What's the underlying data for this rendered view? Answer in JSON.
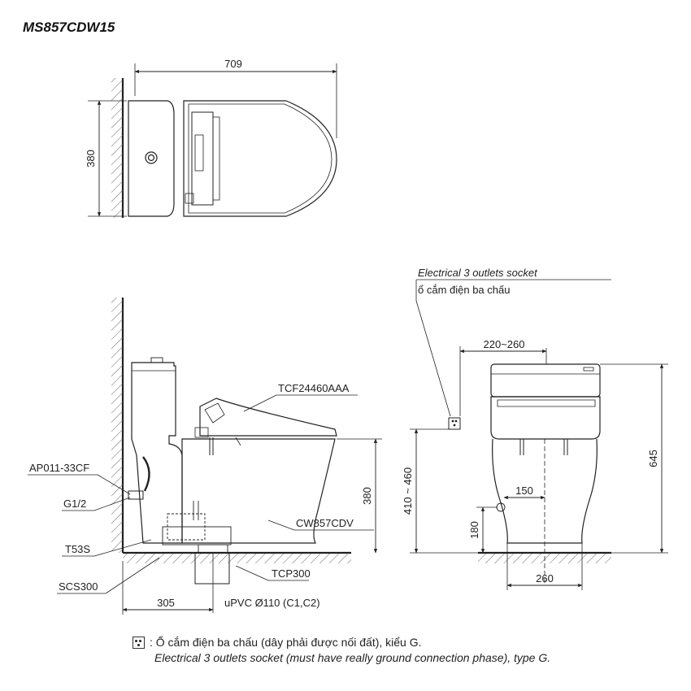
{
  "title": "MS857CDW15",
  "top_view": {
    "width_dim": "709",
    "depth_dim": "380"
  },
  "side_view": {
    "labels": {
      "seat": "TCF24460AAA",
      "valve": "AP011-33CF",
      "inlet": "G1/2",
      "bolt": "T53S",
      "flange": "SCS300",
      "bowl": "CW857CDV",
      "pipe_adapter": "TCP300",
      "pipe": "uPVC Ø110 (C1,C2)"
    },
    "dims": {
      "bowl_height": "380",
      "rough_in": "305"
    }
  },
  "front_view": {
    "socket_label_en": "Electrical 3 outlets socket",
    "socket_label_vi": "ổ cắm điện ba chấu",
    "dims": {
      "socket_offset": "220~260",
      "total_height": "645",
      "socket_height": "410 ~ 460",
      "inlet_offset": "150",
      "inlet_height": "180",
      "base_width": "260"
    }
  },
  "legend": {
    "vi": ": Ổ cắm điện ba chấu (dây phải được nối đất), kiểu G.",
    "en": "Electrical 3 outlets socket (must have really ground connection phase), type G."
  },
  "colors": {
    "line": "#222222",
    "hatch": "#555555"
  }
}
